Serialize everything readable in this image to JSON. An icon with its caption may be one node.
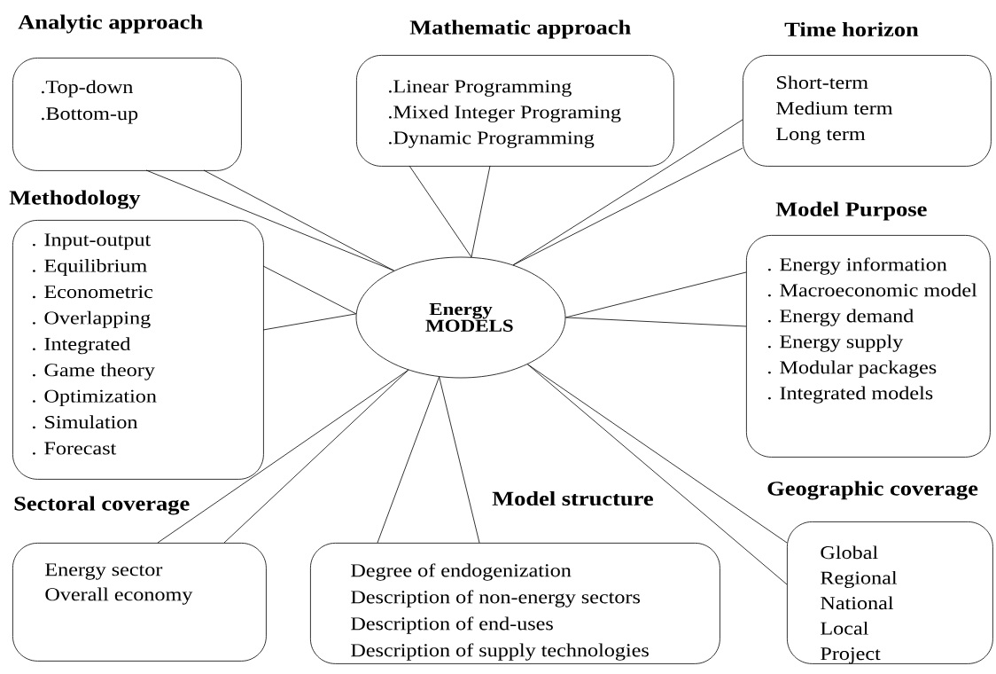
{
  "diagram": {
    "nodes": [
      {
        "text": [
          "Energy MODELS"
        ]
      },
      {
        "text": [
          "Analytic approach",
          ".Top-down",
          ".Bottom-up"
        ]
      },
      {
        "text": [
          "Mathematic approach",
          ".Linear Programming",
          ".Mixed Integer Programing",
          ".Dynamic Programming"
        ]
      },
      {
        "text": [
          "Time horizon",
          "Short-term",
          "Medium term",
          "Long term"
        ]
      },
      {
        "text": [
          "Methodology",
          ". Input-output",
          ". Equilibrium",
          ". Econometric",
          ". Overlapping",
          ". Integrated",
          ". Game theory",
          ". Optimization",
          ". Simulation",
          ". Forecast"
        ]
      },
      {
        "text": [
          "Model Purpose",
          ". Energy information",
          ". Macroeconomic model",
          ". Energy demand",
          ". Energy supply",
          ". Modular packages",
          ". Integrated models"
        ]
      },
      {
        "text": [
          "Sectoral coverage",
          "Energy sector",
          "Overall economy"
        ]
      },
      {
        "text": [
          "Model structure",
          "Degree of endogenization",
          "Description of non-energy sectors",
          "Description of end-uses",
          "Description of supply technologies"
        ]
      },
      {
        "text": [
          "Geographic coverage",
          "Global",
          "Regional",
          "National",
          "Local",
          "Project"
        ]
      }
    ],
    "edges": [
      {
        "from": 1,
        "to": 0,
        "arrow": "none"
      },
      {
        "from": 2,
        "to": 0,
        "arrow": "none"
      },
      {
        "from": 3,
        "to": 0,
        "arrow": "none"
      },
      {
        "from": 4,
        "to": 0,
        "arrow": "none"
      },
      {
        "from": 5,
        "to": 0,
        "arrow": "none"
      },
      {
        "from": 6,
        "to": 0,
        "arrow": "none"
      },
      {
        "from": 7,
        "to": 0,
        "arrow": "none"
      },
      {
        "from": 8,
        "to": 0,
        "arrow": "none"
      }
    ]
  }
}
